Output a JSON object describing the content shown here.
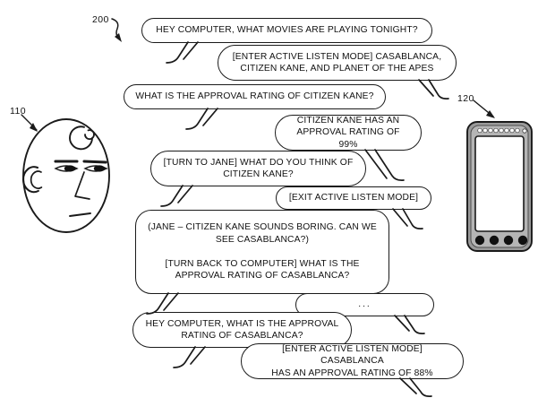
{
  "figure": {
    "title": "Active listen mode conversation diagram",
    "reference_numerals": [
      {
        "id": "ref-200",
        "label": "200"
      },
      {
        "id": "ref-110",
        "label": "110"
      },
      {
        "id": "ref-120",
        "label": "120"
      }
    ]
  },
  "actors": {
    "user_face": {
      "name": "user-face",
      "ref": "110"
    },
    "device": {
      "name": "mobile-device",
      "ref": "120"
    }
  },
  "colors": {
    "ink": "#1a1a1a",
    "paper": "#ffffff",
    "device_body": "#8a8a8a",
    "device_screen": "#ffffff"
  },
  "conversation": [
    {
      "id": "bubble-1",
      "speaker": "user",
      "text": "HEY COMPUTER, WHAT MOVIES ARE PLAYING TONIGHT?"
    },
    {
      "id": "bubble-2",
      "speaker": "computer",
      "text": "[ENTER ACTIVE LISTEN MODE] CASABLANCA,\nCITIZEN KANE, AND PLANET OF THE APES"
    },
    {
      "id": "bubble-3",
      "speaker": "user",
      "text": "WHAT IS THE APPROVAL RATING OF CITIZEN KANE?"
    },
    {
      "id": "bubble-4",
      "speaker": "computer",
      "text": "CITIZEN KANE HAS AN\nAPPROVAL RATING OF 99%"
    },
    {
      "id": "bubble-5",
      "speaker": "user",
      "text": "[TURN TO JANE] WHAT DO YOU THINK OF\nCITIZEN KANE?"
    },
    {
      "id": "bubble-6",
      "speaker": "computer",
      "text": "[EXIT ACTIVE LISTEN MODE]"
    },
    {
      "id": "bubble-7",
      "speaker": "user",
      "text": "(JANE – CITIZEN KANE SOUNDS BORING.  CAN WE\nSEE CASABLANCA?)\n\n[TURN BACK TO COMPUTER] WHAT IS THE\nAPPROVAL RATING OF CASABLANCA?"
    },
    {
      "id": "bubble-8",
      "speaker": "computer",
      "text": "..."
    },
    {
      "id": "bubble-9",
      "speaker": "user",
      "text": "HEY COMPUTER, WHAT IS THE APPROVAL\nRATING OF CASABLANCA?"
    },
    {
      "id": "bubble-10",
      "speaker": "computer",
      "text": "[ENTER ACTIVE LISTEN MODE] CASABLANCA\nHAS AN APPROVAL RATING OF 88%"
    }
  ]
}
